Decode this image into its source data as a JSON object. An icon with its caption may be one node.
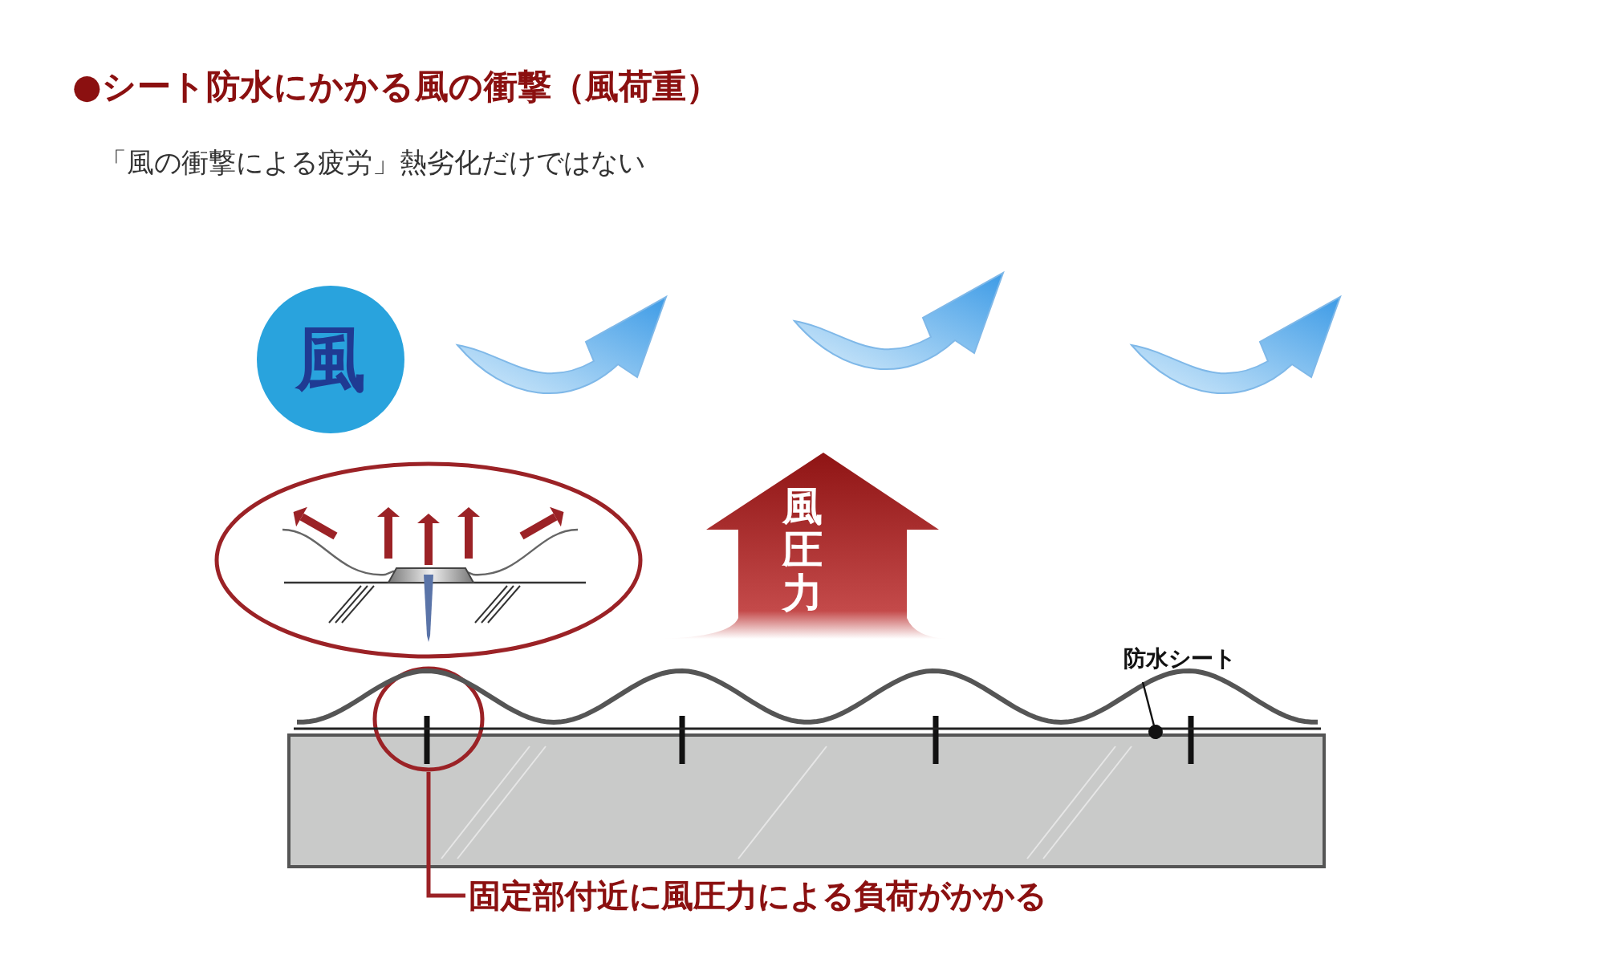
{
  "diagram": {
    "title": "●シート防水にかかる風の衝撃（風荷重）",
    "nodes": [
      {
        "text": [
          "風"
        ]
      },
      {
        "text": [
          "風圧力"
        ]
      },
      {
        "text": [
          "防水シート"
        ]
      },
      {
        "text": [],
        "shape": "circle"
      },
      {
        "text": [
          "固定部付近に風圧力による負荷がかかる"
        ]
      },
      {
        "text": [],
        "shape": "bar"
      }
    ],
    "edges": [
      {
        "from": 2,
        "to": 5,
        "arrow": "other"
      },
      {
        "from": 4,
        "to": 3,
        "arrow": "none",
        "color": "#9b2226"
      }
    ],
    "labels": [
      "「風の衝撃による疲労」熱劣化だけではない"
    ]
  }
}
